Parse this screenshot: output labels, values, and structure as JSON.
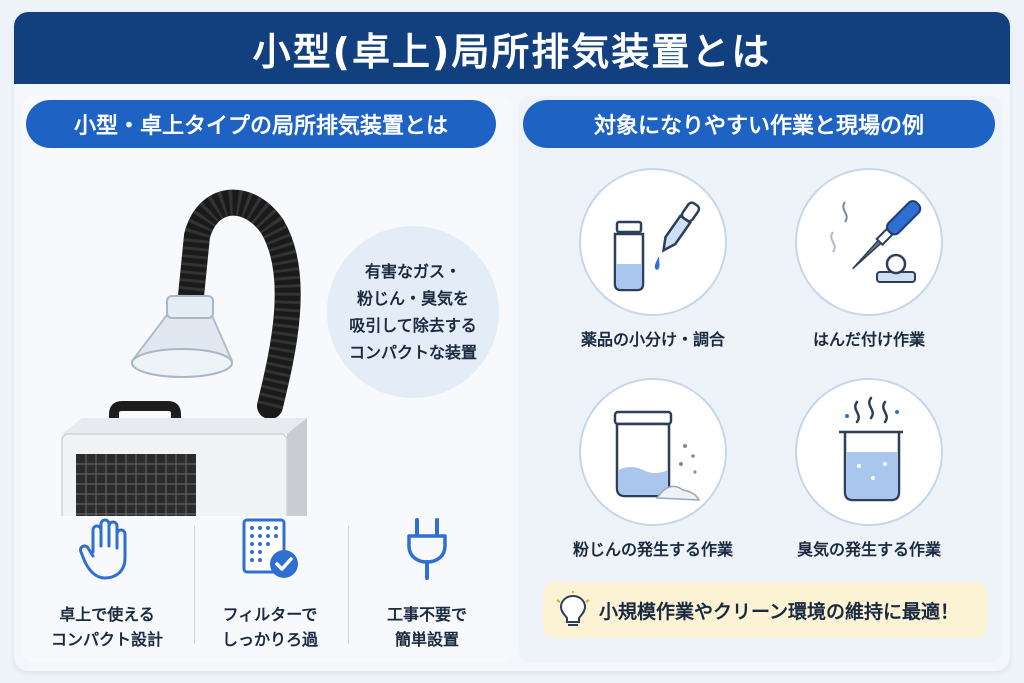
{
  "title": "小型(卓上)局所排気装置とは",
  "left": {
    "heading": "小型・卓上タイプの局所排気装置とは",
    "bubble_lines": [
      "有害なガス・",
      "粉じん・臭気を",
      "吸引して除去する",
      "コンパクトな装置"
    ],
    "features": [
      {
        "icon": "hand-icon",
        "line1": "卓上で使える",
        "line2": "コンパクト設計"
      },
      {
        "icon": "filter-check-icon",
        "line1": "フィルターで",
        "line2": "しっかりろ過"
      },
      {
        "icon": "plug-icon",
        "line1": "工事不要で",
        "line2": "簡単設置"
      }
    ]
  },
  "right": {
    "heading": "対象になりやすい作業と現場の例",
    "cases": [
      {
        "icon": "chemical-dropper-icon",
        "label": "薬品の小分け・調合"
      },
      {
        "icon": "soldering-iron-icon",
        "label": "はんだ付け作業"
      },
      {
        "icon": "powder-jar-icon",
        "label": "粉じんの発生する作業"
      },
      {
        "icon": "steaming-beaker-icon",
        "label": "臭気の発生する作業"
      }
    ],
    "banner": "小規模作業やクリーン環境の維持に最適！"
  },
  "colors": {
    "header": "#123f7e",
    "pill": "#1e63c4",
    "accent": "#2f6fd1",
    "banner_bg": "#fbf3d4"
  }
}
